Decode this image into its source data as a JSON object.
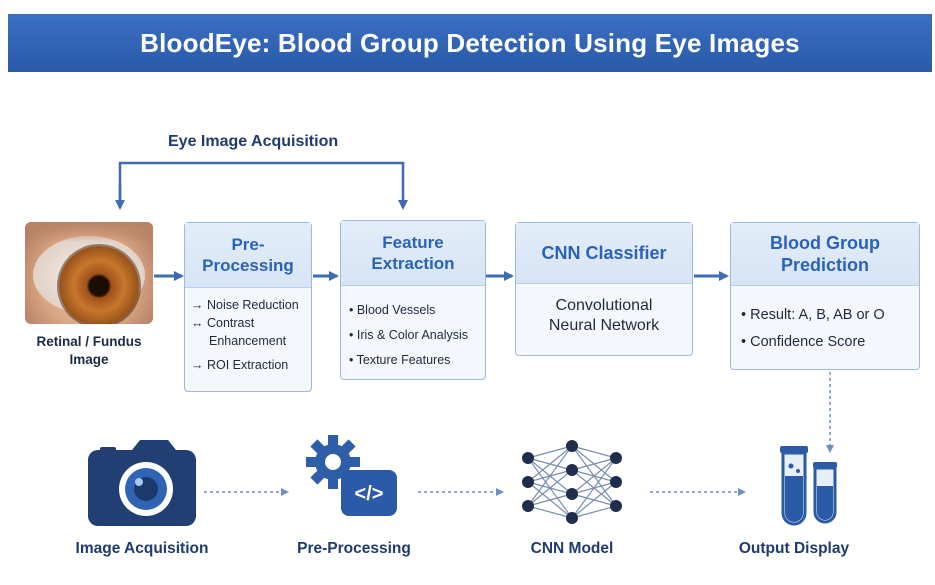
{
  "title": "BloodEye: Blood Group Detection Using Eye Images",
  "acquisition_label": "Eye Image Acquisition",
  "eye_caption_line1": "Retinal / Fundus",
  "eye_caption_line2": "Image",
  "preprocessing": {
    "title_line1": "Pre-",
    "title_line2": "Processing",
    "items": [
      "→ Noise Reduction",
      "↔ Contrast",
      "Enhancement",
      "→ ROI Extraction"
    ]
  },
  "feature": {
    "title_line1": "Feature",
    "title_line2": "Extraction",
    "items": [
      "• Blood Vessels",
      "• Iris & Color Analysis",
      "• Texture Features"
    ]
  },
  "cnn": {
    "title": "CNN Classifier",
    "body_line1": "Convolutional",
    "body_line2": "Neural Network"
  },
  "prediction": {
    "title_line1": "Blood Group",
    "title_line2": "Prediction",
    "items": [
      "• Result: A, B, AB or O",
      "• Confidence Score"
    ]
  },
  "bottom_labels": {
    "acquisition": "Image Acquisition",
    "preprocessing": "Pre-Processing",
    "cnn_model": "CNN Model",
    "output": "Output Display"
  },
  "icons": {
    "camera": "camera-icon",
    "gear_code": "gear-code-icon",
    "neural_network": "neural-network-icon",
    "test_tubes": "test-tubes-icon"
  },
  "colors": {
    "brand_blue": "#2a5aa8",
    "accent_blue": "#2b63b8",
    "arrow_blue": "#3d6cb3"
  }
}
